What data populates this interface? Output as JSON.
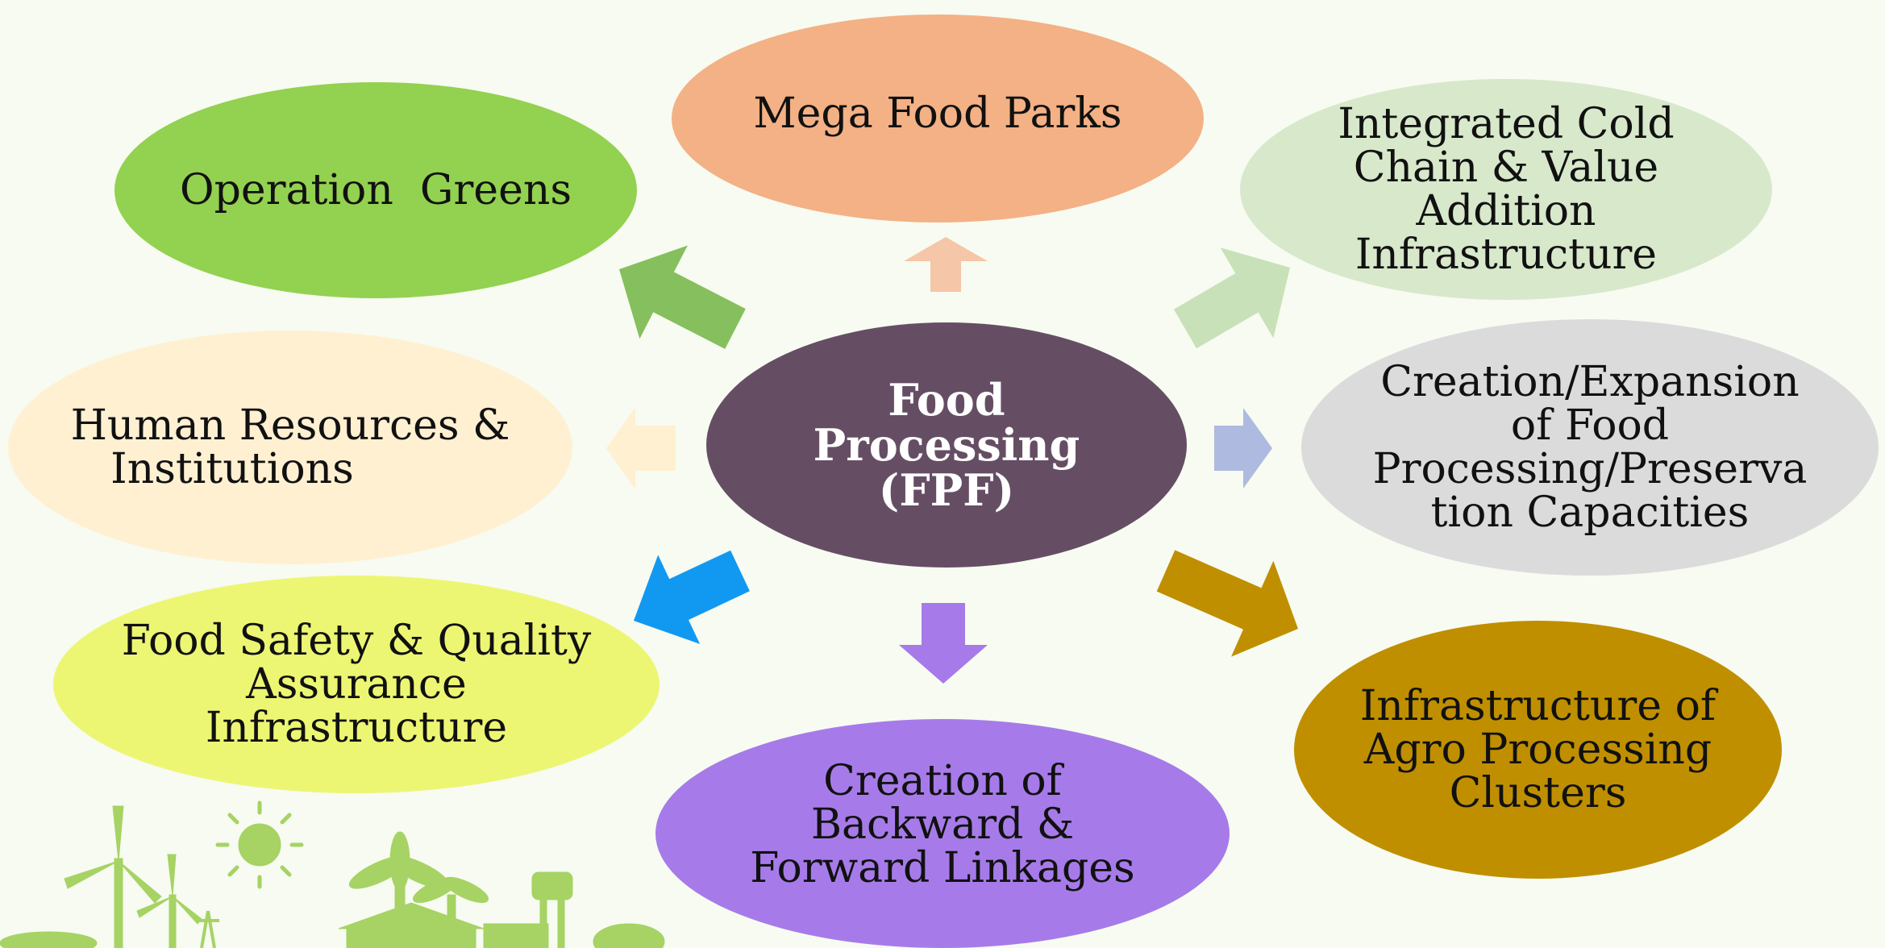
{
  "center": {
    "label": "Food\nProcessing\n(FPF)",
    "color": "#654e63"
  },
  "nodes": [
    {
      "id": "mega-food-parks",
      "label": "Mega Food Parks",
      "color": "#f3b185"
    },
    {
      "id": "operation-greens",
      "label": "Operation  Greens",
      "color": "#93d150"
    },
    {
      "id": "integrated-cold-chain",
      "label": "Integrated Cold\nChain & Value\nAddition\nInfrastructure",
      "color": "#d8e8cb"
    },
    {
      "id": "human-resources",
      "label": "Human Resources &\n   Institutions",
      "color": "#fff0d2"
    },
    {
      "id": "creation-expansion",
      "label": "Creation/Expansion\nof Food\nProcessing/Preserva\ntion Capacities",
      "color": "#dbdbdb"
    },
    {
      "id": "food-safety",
      "label": "Food Safety & Quality\nAssurance\nInfrastructure",
      "color": "#ecf673"
    },
    {
      "id": "backward-forward",
      "label": "Creation of\nBackward &\nForward Linkages",
      "color": "#a67be9"
    },
    {
      "id": "agro-processing",
      "label": "Infrastructure of\nAgro Processing\nClusters",
      "color": "#bf8f00"
    }
  ],
  "arrows": [
    {
      "id": "arrow-to-mega-food-parks",
      "color": "#f5c6a7"
    },
    {
      "id": "arrow-to-operation-greens",
      "color": "#86bf5d"
    },
    {
      "id": "arrow-to-integrated-cold-chain",
      "color": "#c8e1b9"
    },
    {
      "id": "arrow-to-human-resources",
      "color": "#fff0d2"
    },
    {
      "id": "arrow-to-creation-expansion",
      "color": "#aebadf"
    },
    {
      "id": "arrow-to-food-safety",
      "color": "#1199f2"
    },
    {
      "id": "arrow-to-backward-forward",
      "color": "#a67be9"
    },
    {
      "id": "arrow-to-agro-processing",
      "color": "#bf8f00"
    }
  ],
  "decor_color": "#9ccc5a"
}
